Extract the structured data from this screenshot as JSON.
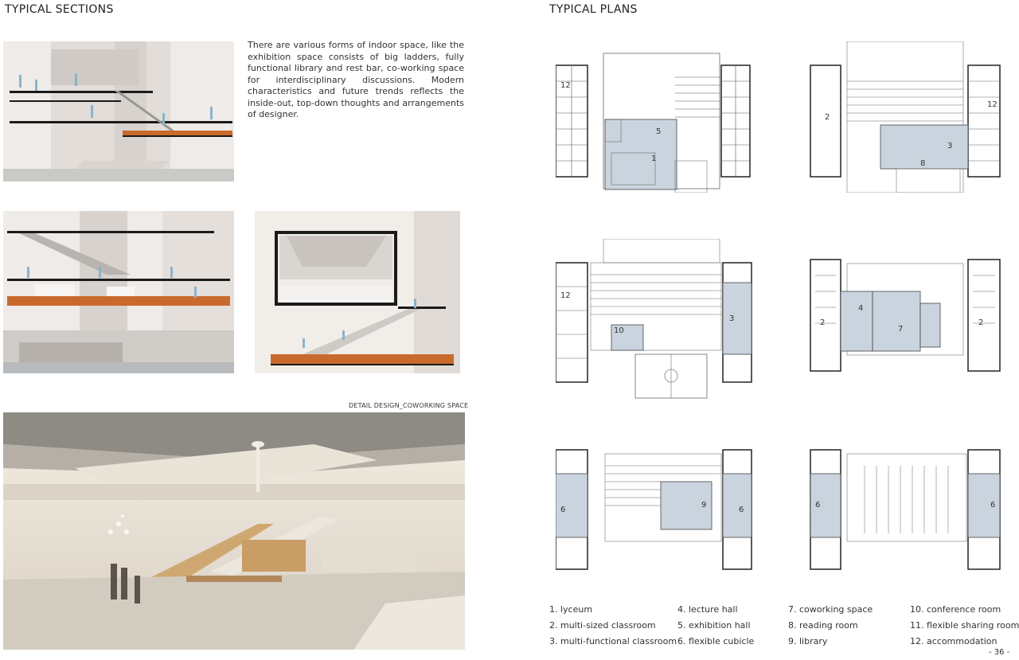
{
  "left": {
    "title": "TYPICAL SECTIONS",
    "description": "There are various forms of indoor space, like the exhibition space consists of big ladders, fully functional library and rest bar, co-working space for interdisciplinary discussions. Modern characteristics and future trends reflects the inside-out, top-down thoughts and arrangements of designer.",
    "detail_caption": "DETAIL DESIGN_COWORKING SPACE"
  },
  "right": {
    "title": "TYPICAL PLANS",
    "plans": [
      {
        "labels": [
          "12",
          "5",
          "1"
        ]
      },
      {
        "labels": [
          "12",
          "2",
          "8",
          "3"
        ]
      },
      {
        "labels": [
          "12",
          "10",
          "3"
        ]
      },
      {
        "labels": [
          "2",
          "4",
          "7",
          "2"
        ]
      },
      {
        "labels": [
          "6",
          "9",
          "6"
        ]
      },
      {
        "labels": [
          "6",
          "6"
        ]
      }
    ],
    "legend": [
      "1. lyceum",
      "4. lecture hall",
      "7. coworking space",
      "10. conference room",
      "2. multi-sized classroom",
      "5. exhibition hall",
      "8. reading room",
      "11. flexible sharing room",
      "3. multi-functional classroom",
      "6. flexible cubicle",
      "9. library",
      "12. accommodation"
    ]
  },
  "page_number": "- 36 -",
  "colors": {
    "floor_orange": "#c96a2c",
    "plan_highlight": "#c9d4de",
    "slab_black": "#1b1b1b",
    "render_bg": "#ebe6e2"
  }
}
